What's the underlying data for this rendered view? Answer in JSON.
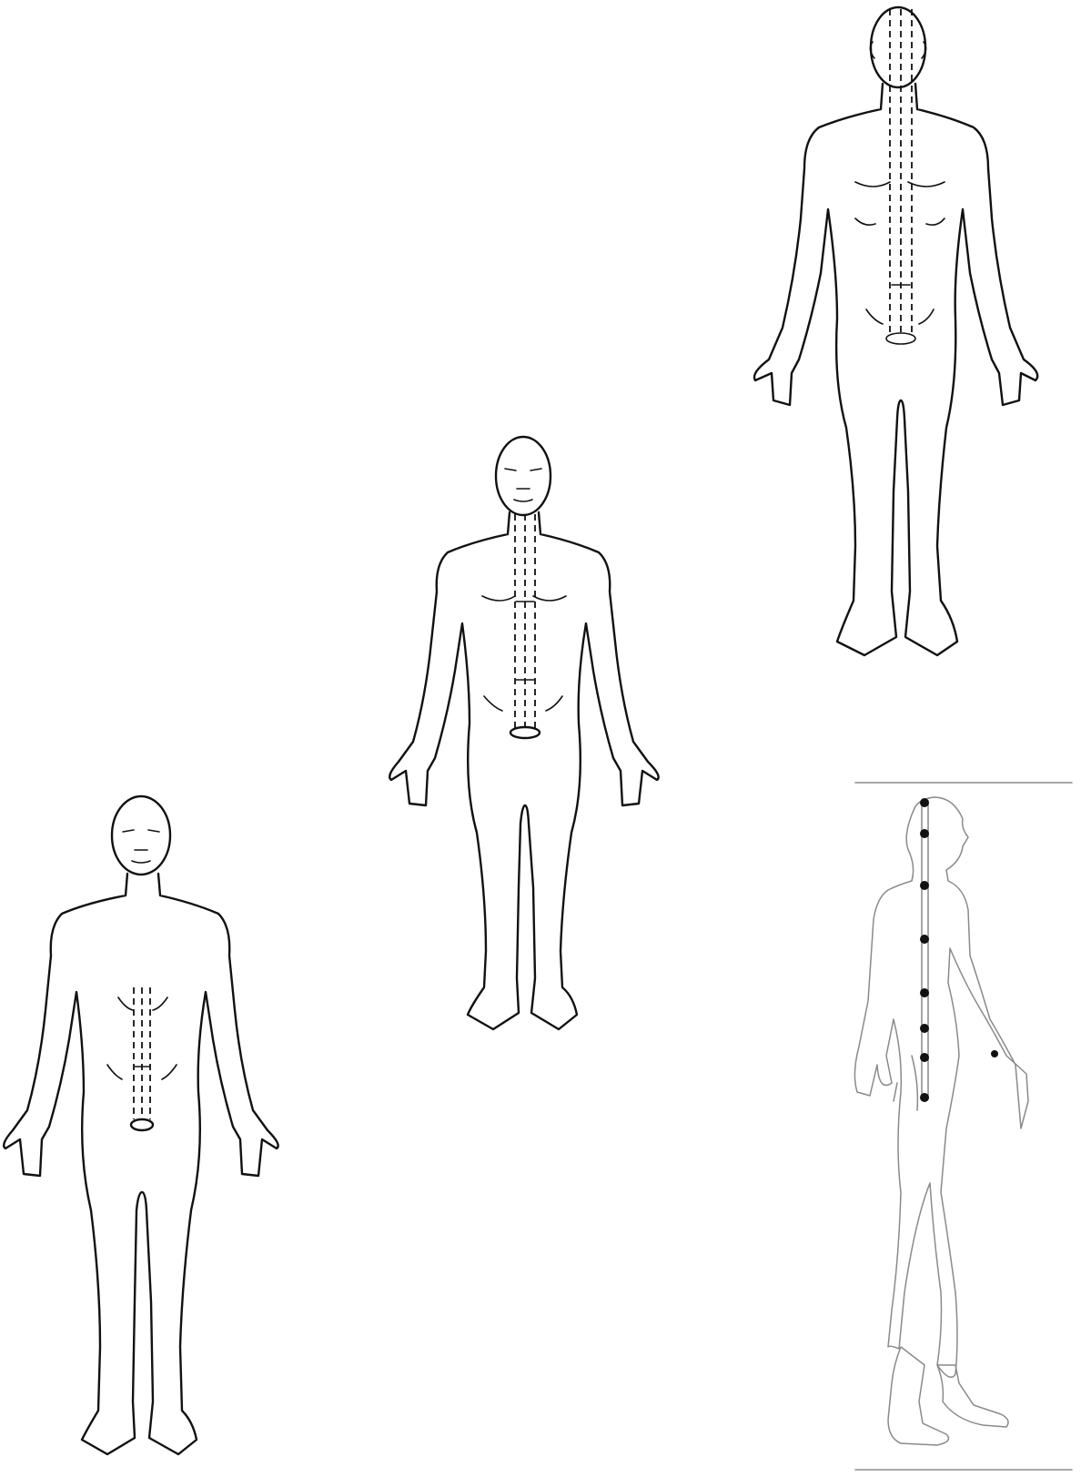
{
  "colors": {
    "line": "#111111",
    "faded_line": "#8a8a8a",
    "background": "#ffffff",
    "point": "#111111"
  },
  "figures": [
    {
      "view": "front",
      "channel": "dashed-lines-head-to-pelvis"
    },
    {
      "view": "front",
      "channel": "dashed-lines-neck-to-pelvis"
    },
    {
      "view": "front",
      "channel": "dashed-lines-abdomen-to-pelvis"
    },
    {
      "view": "side",
      "channel": "midline-with-points",
      "point_count": 8
    }
  ]
}
